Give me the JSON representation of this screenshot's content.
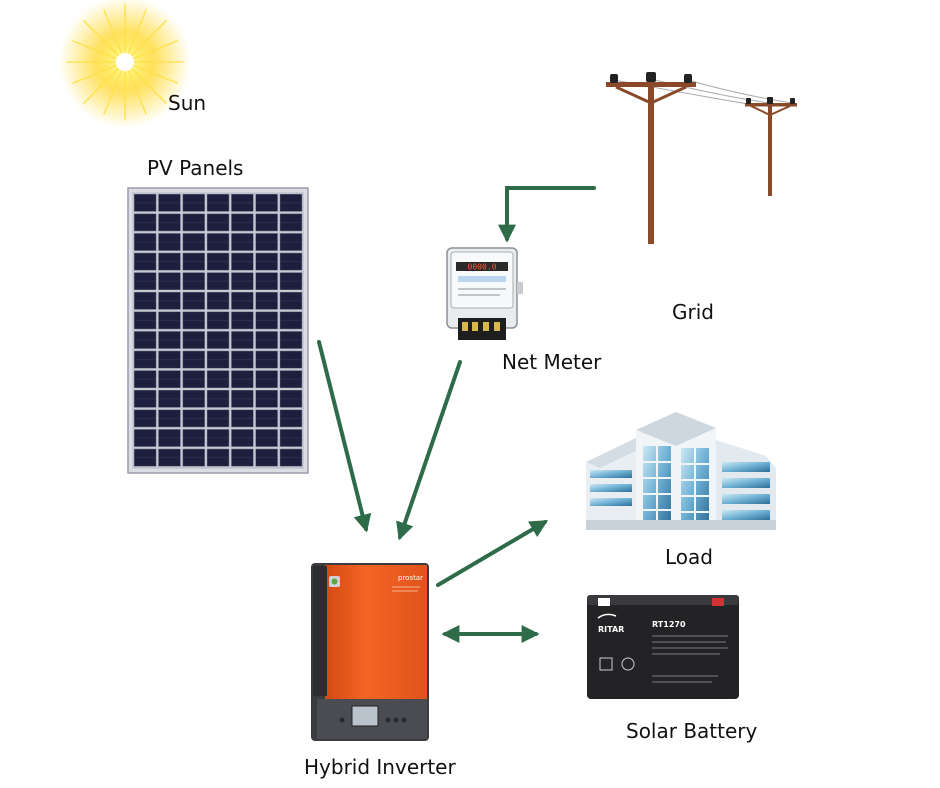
{
  "labels": {
    "sun": "Sun",
    "pv_panels": "PV Panels",
    "grid": "Grid",
    "net_meter": "Net Meter",
    "load": "Load",
    "battery": "Solar Battery",
    "inverter": "Hybrid Inverter"
  },
  "device_text": {
    "battery_model": "RT1270",
    "battery_brand": "RITAR",
    "inverter_brand": "prostar",
    "meter_reading": "0000.0"
  },
  "colors": {
    "arrow": "#2e6b48",
    "inverter_body": "#ec5a1c",
    "panel_cell": "#1d1f3e",
    "pole": "#8a4a2a",
    "sun": "#ffd51a"
  },
  "icons": {
    "sun": "sun-icon",
    "pv_panels": "solar-panel-icon",
    "grid": "utility-pole-icon",
    "net_meter": "electric-meter-icon",
    "load": "building-icon",
    "battery": "battery-icon",
    "inverter": "hybrid-inverter-icon"
  }
}
